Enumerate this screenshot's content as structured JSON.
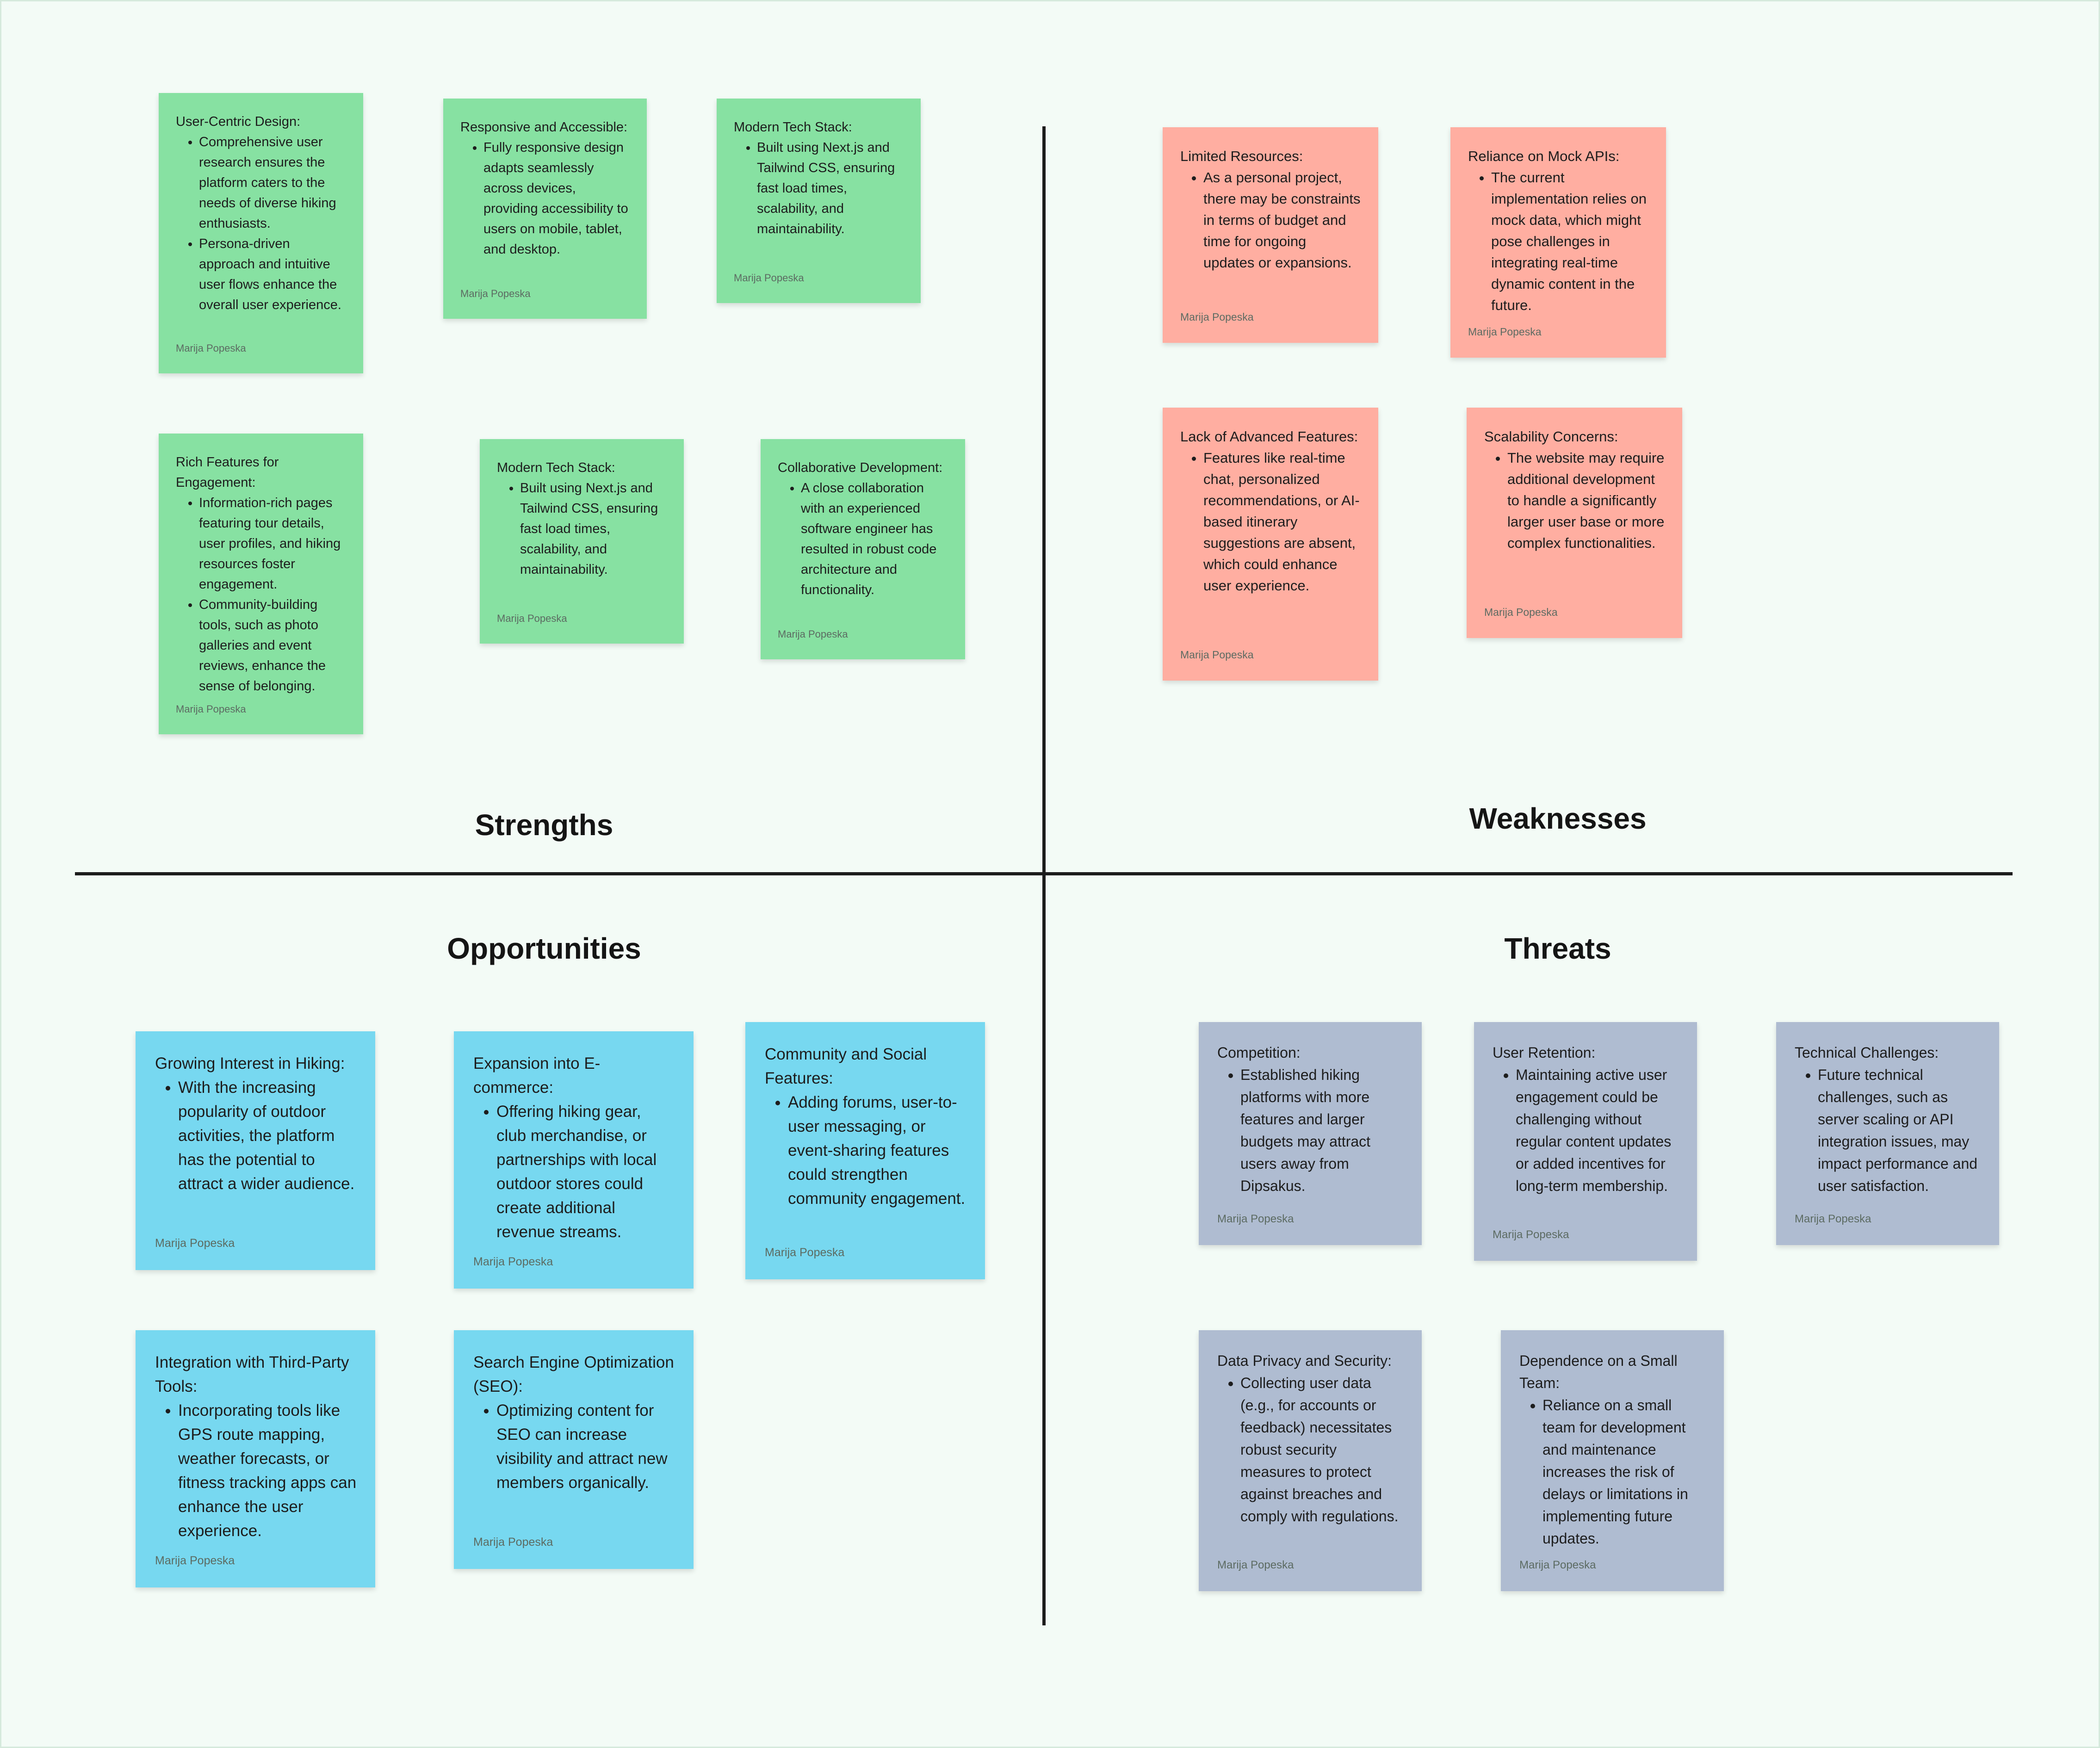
{
  "author": "Marija Popeska",
  "quadrants": {
    "strengths": {
      "title": "Strengths",
      "color": "#87e1a2"
    },
    "weaknesses": {
      "title": "Weaknesses",
      "color": "#ffaea1"
    },
    "opportunities": {
      "title": "Opportunities",
      "color": "#77d8f0"
    },
    "threats": {
      "title": "Threats",
      "color": "#afbcd1"
    }
  },
  "notes": [
    {
      "id": "s1",
      "quadrant": "strengths",
      "title": "User-Centric Design:",
      "bullets": [
        "Comprehensive user research ensures the platform caters to the needs of diverse hiking enthusiasts.",
        "Persona-driven approach and intuitive user flows enhance the overall user experience."
      ],
      "author": "Marija Popeska"
    },
    {
      "id": "s2",
      "quadrant": "strengths",
      "title": "Responsive and Accessible:",
      "bullets": [
        "Fully responsive design adapts seamlessly across devices, providing accessibility to users on mobile, tablet, and desktop."
      ],
      "author": "Marija Popeska"
    },
    {
      "id": "s3",
      "quadrant": "strengths",
      "title": "Modern Tech Stack:",
      "bullets": [
        "Built using Next.js and Tailwind CSS, ensuring fast load times, scalability, and maintainability."
      ],
      "author": "Marija Popeska"
    },
    {
      "id": "s4",
      "quadrant": "strengths",
      "title": "Rich Features for Engagement:",
      "bullets": [
        "Information-rich pages featuring tour details, user profiles, and hiking resources foster engagement.",
        "Community-building tools, such as photo galleries and event reviews, enhance the sense of belonging."
      ],
      "author": "Marija Popeska"
    },
    {
      "id": "s5",
      "quadrant": "strengths",
      "title": "Modern Tech Stack:",
      "bullets": [
        "Built using Next.js and Tailwind CSS, ensuring fast load times, scalability, and maintainability."
      ],
      "author": "Marija Popeska"
    },
    {
      "id": "s6",
      "quadrant": "strengths",
      "title": "Collaborative Development:",
      "bullets": [
        "A close collaboration with an experienced software engineer has resulted in robust code architecture and functionality."
      ],
      "author": "Marija Popeska"
    },
    {
      "id": "w1",
      "quadrant": "weaknesses",
      "title": "Limited Resources:",
      "bullets": [
        "As a personal project, there may be constraints in terms of budget and time for ongoing updates or expansions."
      ],
      "author": "Marija Popeska"
    },
    {
      "id": "w2",
      "quadrant": "weaknesses",
      "title": "Reliance on Mock APIs:",
      "bullets": [
        "The current implementation relies on mock data, which might pose challenges in integrating real-time dynamic content in the future."
      ],
      "author": "Marija Popeska"
    },
    {
      "id": "w3",
      "quadrant": "weaknesses",
      "title": "Lack of Advanced Features:",
      "bullets": [
        "Features like real-time chat, personalized recommendations, or AI-based itinerary suggestions are absent, which could enhance user experience."
      ],
      "author": "Marija Popeska"
    },
    {
      "id": "w4",
      "quadrant": "weaknesses",
      "title": "Scalability Concerns:",
      "bullets": [
        "The website may require additional development to handle a significantly larger user base or more complex functionalities."
      ],
      "author": "Marija Popeska"
    },
    {
      "id": "o1",
      "quadrant": "opportunities",
      "title": "Growing Interest in Hiking:",
      "bullets": [
        "With the increasing popularity of outdoor activities, the platform has the potential to attract a wider audience."
      ],
      "author": "Marija Popeska"
    },
    {
      "id": "o2",
      "quadrant": "opportunities",
      "title": "Expansion into E-commerce:",
      "bullets": [
        "Offering hiking gear, club merchandise, or partnerships with local outdoor stores could create additional revenue streams."
      ],
      "author": "Marija Popeska"
    },
    {
      "id": "o3",
      "quadrant": "opportunities",
      "title": "Community and Social Features:",
      "bullets": [
        "Adding forums, user-to-user messaging, or event-sharing features could strengthen community engagement."
      ],
      "author": "Marija Popeska"
    },
    {
      "id": "o4",
      "quadrant": "opportunities",
      "title": "Integration with Third-Party Tools:",
      "bullets": [
        "Incorporating tools like GPS route mapping, weather forecasts, or fitness tracking apps can enhance the user experience."
      ],
      "author": "Marija Popeska"
    },
    {
      "id": "o5",
      "quadrant": "opportunities",
      "title": "Search Engine Optimization (SEO):",
      "bullets": [
        "Optimizing content for SEO can increase visibility and attract new members organically."
      ],
      "author": "Marija Popeska"
    },
    {
      "id": "t1",
      "quadrant": "threats",
      "title": "Competition:",
      "bullets": [
        "Established hiking platforms with more features and larger budgets may attract users away from Dipsakus."
      ],
      "author": "Marija Popeska"
    },
    {
      "id": "t2",
      "quadrant": "threats",
      "title": "User Retention:",
      "bullets": [
        "Maintaining active user engagement could be challenging without regular content updates or added incentives for long-term membership."
      ],
      "author": "Marija Popeska"
    },
    {
      "id": "t3",
      "quadrant": "threats",
      "title": "Technical Challenges:",
      "bullets": [
        "Future technical challenges, such as server scaling or API integration issues, may impact performance and user satisfaction."
      ],
      "author": "Marija Popeska"
    },
    {
      "id": "t4",
      "quadrant": "threats",
      "title": "Data Privacy and Security:",
      "bullets": [
        "Collecting user data (e.g., for accounts or feedback) necessitates robust security measures to protect against breaches and comply with regulations."
      ],
      "author": "Marija Popeska"
    },
    {
      "id": "t5",
      "quadrant": "threats",
      "title": "Dependence on a Small Team:",
      "bullets": [
        "Reliance on a small team for development and maintenance increases the risk of delays or limitations in implementing future updates."
      ],
      "author": "Marija Popeska"
    }
  ]
}
